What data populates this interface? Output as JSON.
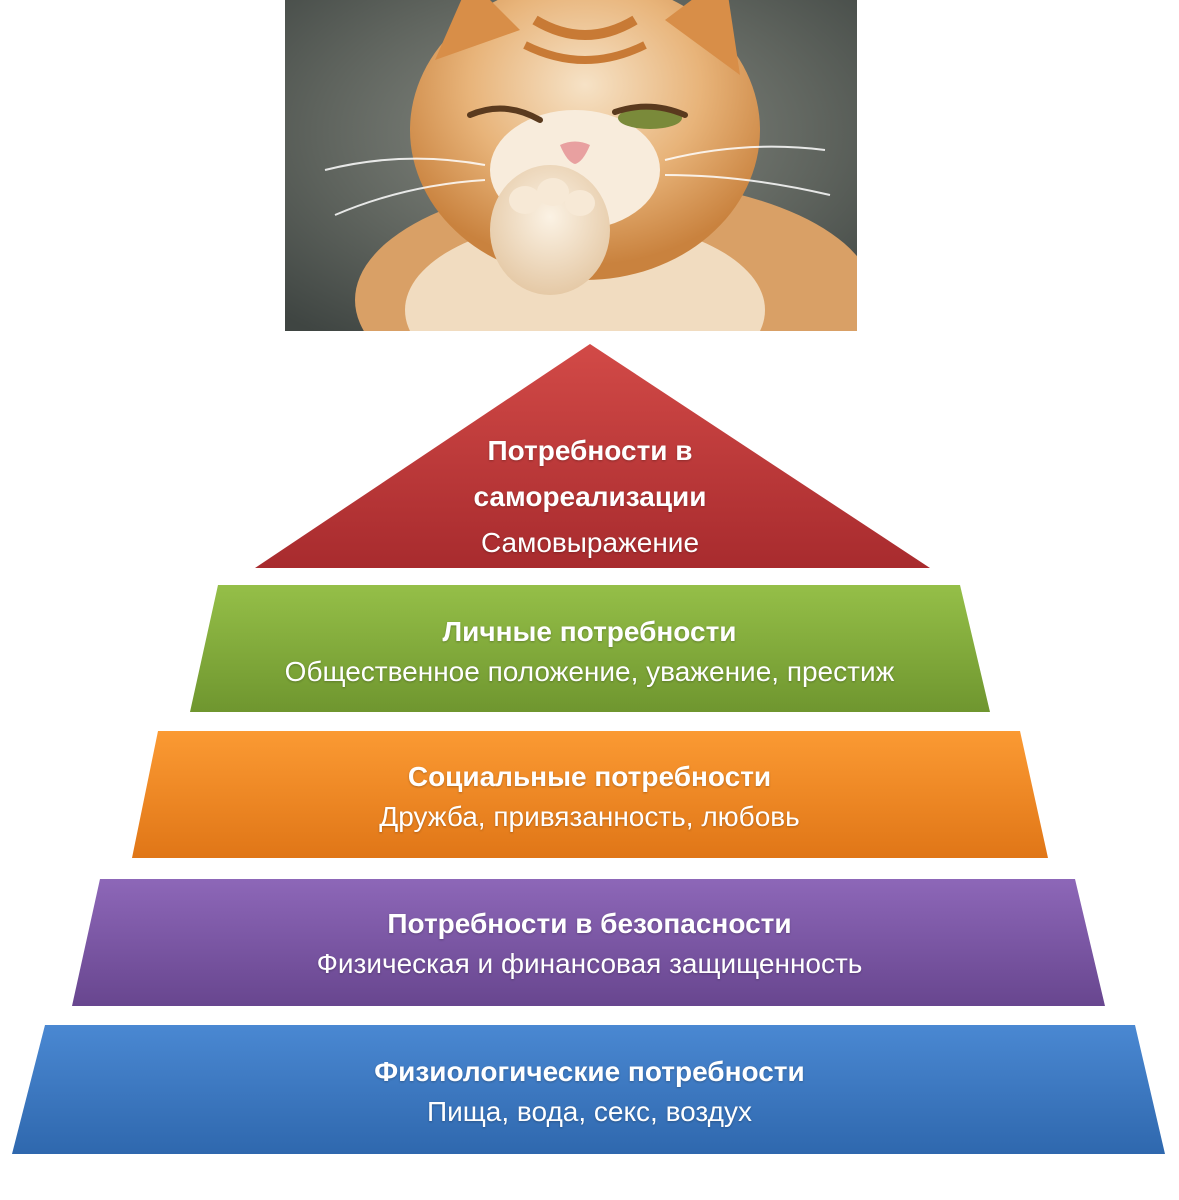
{
  "colors": {
    "level_self_actualization": "#c0393b",
    "level_personal": "#82a93b",
    "level_social": "#f58a24",
    "level_safety": "#7c58a6",
    "level_physiological": "#3a78c2",
    "text": "#ffffff"
  },
  "photo": {
    "subject": "ginger-cat"
  },
  "pyramid": {
    "levels": [
      {
        "title_line1": "Потребности в",
        "title_line2": "самореализации",
        "description": "Самовыражение"
      },
      {
        "title": "Личные потребности",
        "description": "Общественное положение, уважение, престиж"
      },
      {
        "title": "Социальные потребности",
        "description": "Дружба, привязанность, любовь"
      },
      {
        "title": "Потребности в безопасности",
        "description": "Физическая и финансовая защищенность"
      },
      {
        "title": "Физиологические потребности",
        "description": "Пища, вода, секс, воздух"
      }
    ]
  }
}
